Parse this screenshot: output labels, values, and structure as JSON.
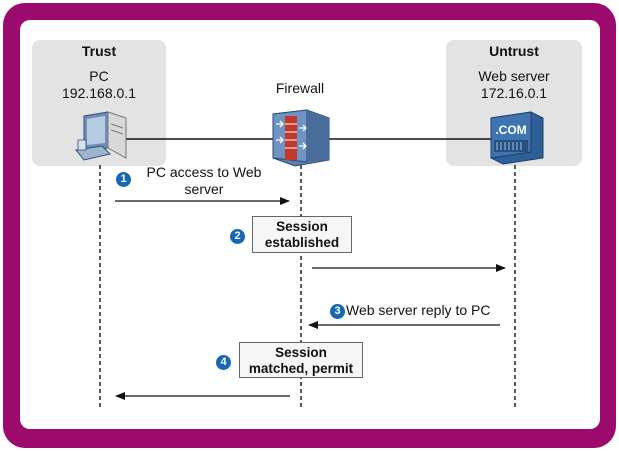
{
  "zones": {
    "trust": {
      "title": "Trust"
    },
    "untrust": {
      "title": "Untrust"
    }
  },
  "nodes": {
    "pc": {
      "name": "PC",
      "ip": "192.168.0.1",
      "icon": "pc-icon"
    },
    "firewall": {
      "name": "Firewall",
      "icon": "firewall-icon"
    },
    "web_server": {
      "name": "Web server",
      "ip": "172.16.0.1",
      "icon": "web-server-icon",
      "icon_text": ".COM"
    }
  },
  "steps": [
    {
      "number": "1",
      "label_line1": "PC access to Web",
      "label_line2": "server"
    },
    {
      "number": "2",
      "label_line1": "Session",
      "label_line2": "established"
    },
    {
      "number": "3",
      "label_line1": "Web server reply to PC"
    },
    {
      "number": "4",
      "label_line1": "Session",
      "label_line2": "matched, permit"
    }
  ],
  "colors": {
    "frame": "#9c0a6e",
    "zone": "#e3e3e3",
    "badge": "#1668b5",
    "firewall_brick": "#c0392b",
    "device_blue": "#3a6ea5"
  }
}
